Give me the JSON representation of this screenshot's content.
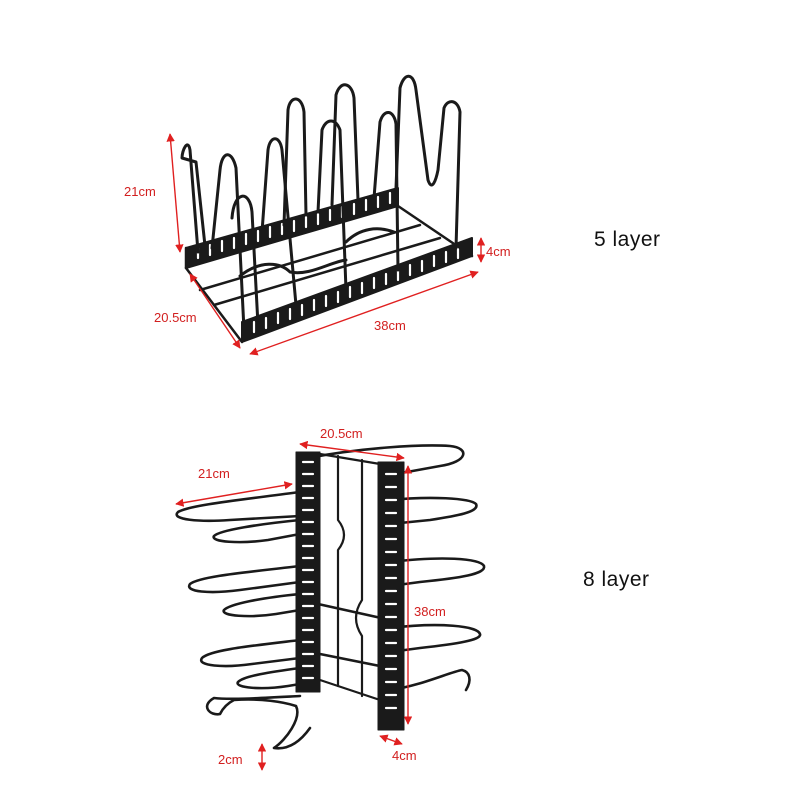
{
  "colors": {
    "rack": "#1a1a1a",
    "dimension": "#e02020",
    "background": "#ffffff"
  },
  "top_rack": {
    "caption": "5 layer",
    "dimensions": {
      "height": "21cm",
      "depth": "20.5cm",
      "length": "38cm",
      "rail_height": "4cm"
    }
  },
  "bottom_rack": {
    "caption": "8 layer",
    "dimensions": {
      "width": "20.5cm",
      "arm_length": "21cm",
      "height": "38cm",
      "frame_width": "4cm",
      "foot_height": "2cm"
    }
  }
}
